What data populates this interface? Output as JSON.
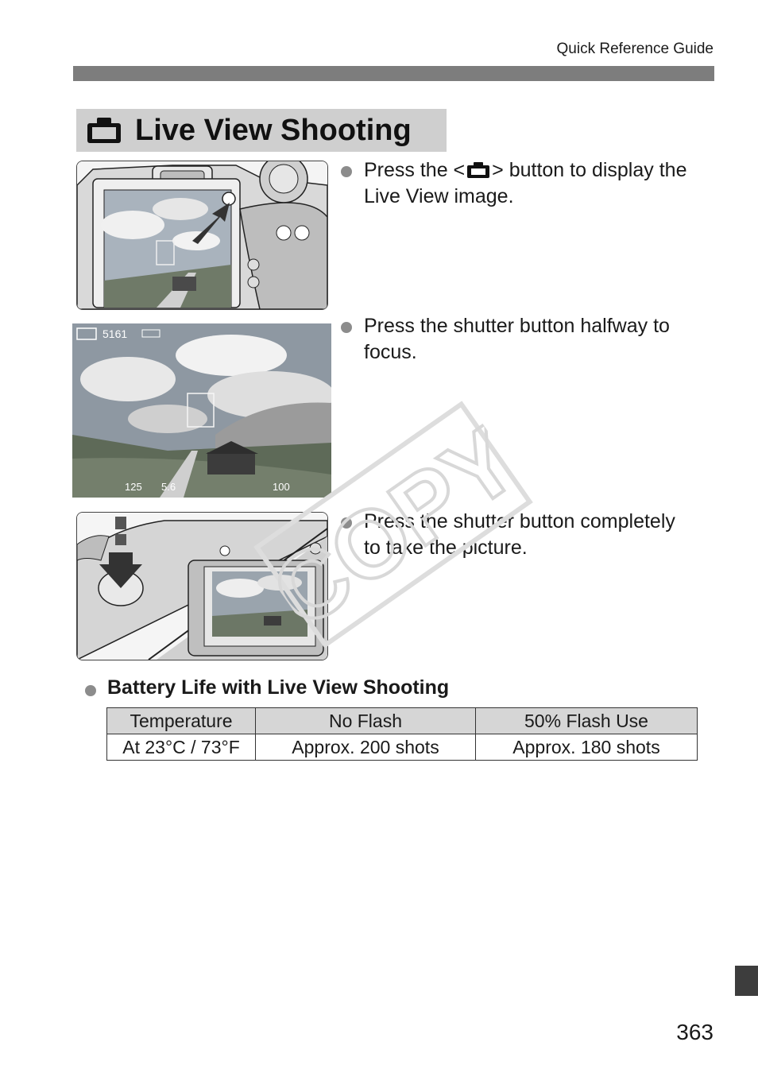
{
  "header": {
    "guide_title": "Quick Reference Guide"
  },
  "section": {
    "title": "Live View Shooting",
    "icon": "camera-icon"
  },
  "steps": [
    {
      "text_before": "Press the <",
      "text_after": "> button to display the Live View image.",
      "image": "camera-back-live-view-button-illustration"
    },
    {
      "text": "Press the shutter button halfway to focus.",
      "image": "live-view-screen-photo"
    },
    {
      "text": "Press the shutter button completely to take the picture.",
      "image": "shutter-press-illustration"
    }
  ],
  "lcd_overlay": {
    "shots": "5161",
    "shutter": "125",
    "aperture": "5.6",
    "iso": "100"
  },
  "battery": {
    "heading": "Battery Life with Live View Shooting",
    "columns": [
      "Temperature",
      "No Flash",
      "50% Flash Use"
    ],
    "rows": [
      [
        "At 23°C / 73°F",
        "Approx. 200 shots",
        "Approx. 180 shots"
      ]
    ]
  },
  "watermark": "COPY",
  "page_number": "363",
  "colors": {
    "title_bg": "#cfcfcf",
    "header_bar": "#7d7d7d",
    "bullet": "#8c8c8c",
    "table_head": "#d6d6d6"
  }
}
